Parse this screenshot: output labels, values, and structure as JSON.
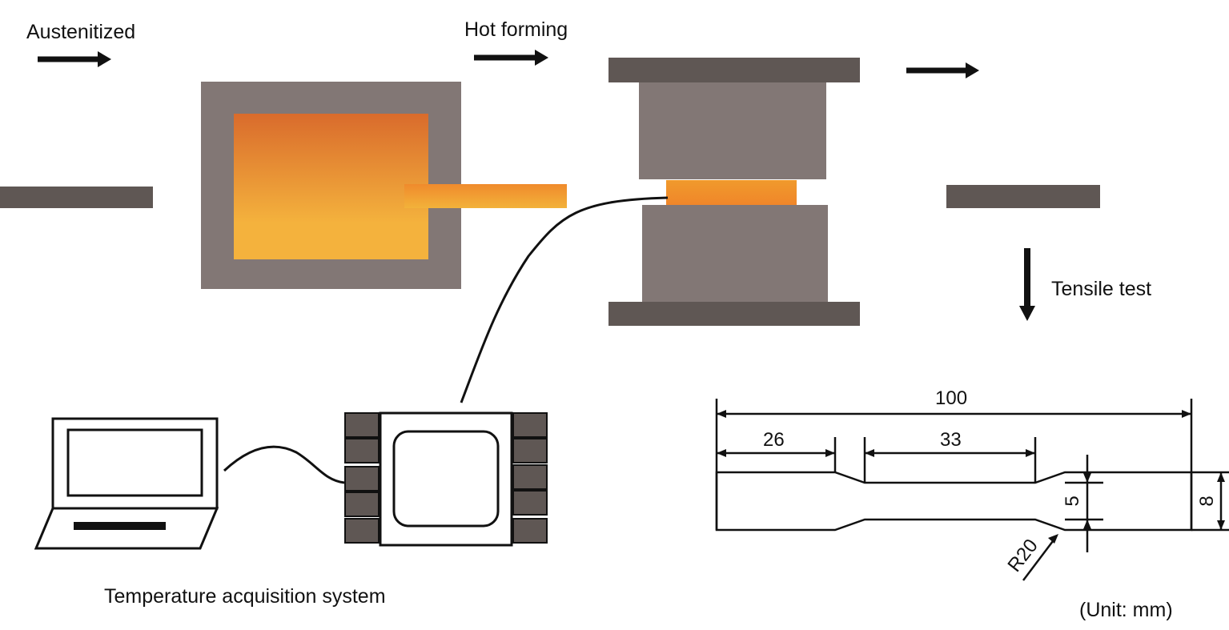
{
  "labels": {
    "austenitized": "Austenitized",
    "hot_forming": "Hot forming",
    "tensile_test": "Tensile test",
    "temperature_system": "Temperature acquisition system",
    "unit": "(Unit: mm)"
  },
  "dimensions": {
    "total_length": "100",
    "grip_length": "26",
    "gauge_length": "33",
    "gauge_width": "5",
    "grip_width": "8",
    "fillet_radius": "R20"
  },
  "colors": {
    "furnace_wall": "#827775",
    "die_plate": "#5f5754",
    "die_block": "#827775",
    "steel_sheet": "#5f5754",
    "hot_top": "#d96b2c",
    "hot_bottom": "#f4b23d",
    "arrow": "#111111"
  },
  "icons": [
    "right-arrow-icon",
    "down-arrow-icon",
    "laptop-icon",
    "data-logger-icon"
  ]
}
